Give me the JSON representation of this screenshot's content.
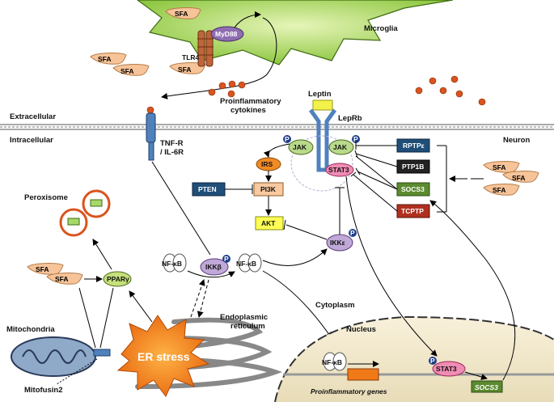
{
  "labels": {
    "microglia": "Microglia",
    "myd88": "MyD88",
    "tlr4": "TLR4",
    "sfa": "SFA",
    "proinflammatory_cytokines_line1": "Proinflammatory",
    "proinflammatory_cytokines_line2": "cytokines",
    "leptin": "Leptin",
    "leprb": "LepRb",
    "extracellular": "Extracellular",
    "intracellular": "Intracellular",
    "neuron": "Neuron",
    "tnfr_line1": "TNF-R",
    "tnfr_line2": "/ IL-6R",
    "jak": "JAK",
    "p": "P",
    "irs": "IRS",
    "pi3k": "PI3K",
    "akt": "AKT",
    "pten": "PTEN",
    "stat3": "STAT3",
    "rptpe": "RPTPε",
    "ptp1b": "PTP1B",
    "socs3": "SOCS3",
    "tcptp": "TCPTP",
    "ikke": "IKKε",
    "ikkb": "IKKβ",
    "nfkb": "NF-κB",
    "peroxisome": "Peroxisome",
    "ppar": "PPARγ",
    "mitochondria": "Mitochondria",
    "mitofusin2": "Mitofusin2",
    "er_stress": "ER stress",
    "endoplasmic_line1": "Endoplasmic",
    "endoplasmic_line2": "reticulum",
    "cytoplasm": "Cytoplasm",
    "nucleus": "Nucleus",
    "proinflammatory_genes": "Proinflammatory genes"
  },
  "colors": {
    "microglia": "#8cc63f",
    "sfa": "#f7c49a",
    "cytokine": "#d9541e",
    "receptor": "#4f81bd",
    "leptin": "#f2f24a",
    "jak": "#b9d98b",
    "stat3": "#f08cb4",
    "irs": "#f08a24",
    "pi3k": "#f9c9a0",
    "akt": "#ffff55",
    "navy_box": "#1f4e79",
    "ptp1b": "#222222",
    "socs3": "#5b8a2f",
    "tcptp": "#b03020",
    "ikk": "#c0a8d8",
    "ppar": "#c6e07a",
    "er_stress": "#f07a18",
    "nucleus": "#f3ead2"
  }
}
